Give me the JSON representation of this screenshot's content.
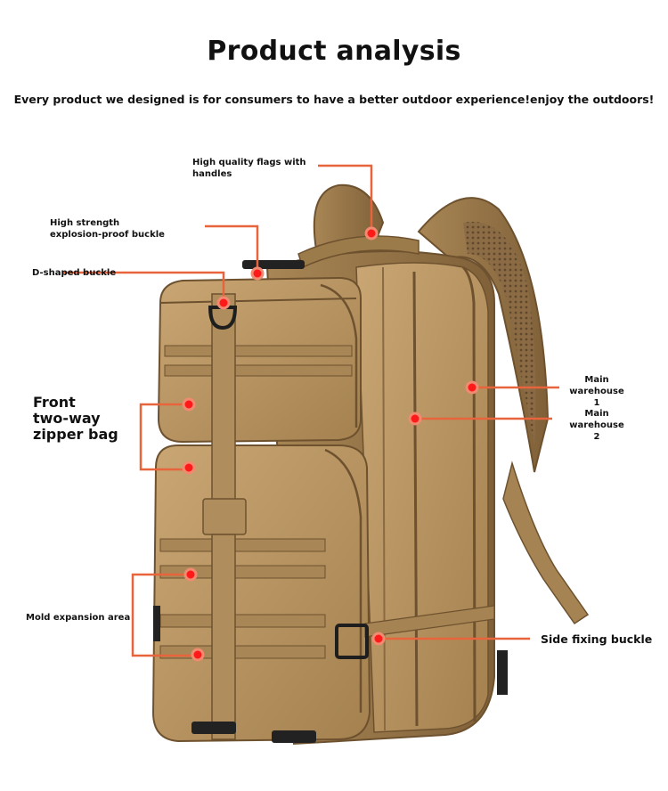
{
  "title": "Product analysis",
  "subtitle": "Every product we designed is for consumers to have a better outdoor experience!enjoy the outdoors!",
  "callouts": {
    "flags_handles": "High quality flags with handles",
    "buckle_line1": "High strength",
    "buckle_line2": "explosion-proof buckle",
    "d_buckle": "D-shaped buckle",
    "front_line1": "Front",
    "front_line2": "two-way",
    "front_line3": "zipper bag",
    "mold_area": "Mold expansion area",
    "main1_line1": "Main",
    "main1_line2": "warehouse 1",
    "main2_line1": "Main",
    "main2_line2": "warehouse 2",
    "side_buckle": "Side fixing buckle"
  },
  "colors": {
    "accent": "#e8643c",
    "dot": "#ff1a1a",
    "fabric": "#b89565",
    "fabric_dark": "#8a6a42"
  },
  "image": {
    "subject": "tan-colored tactical backpack with MOLLE webbing"
  }
}
